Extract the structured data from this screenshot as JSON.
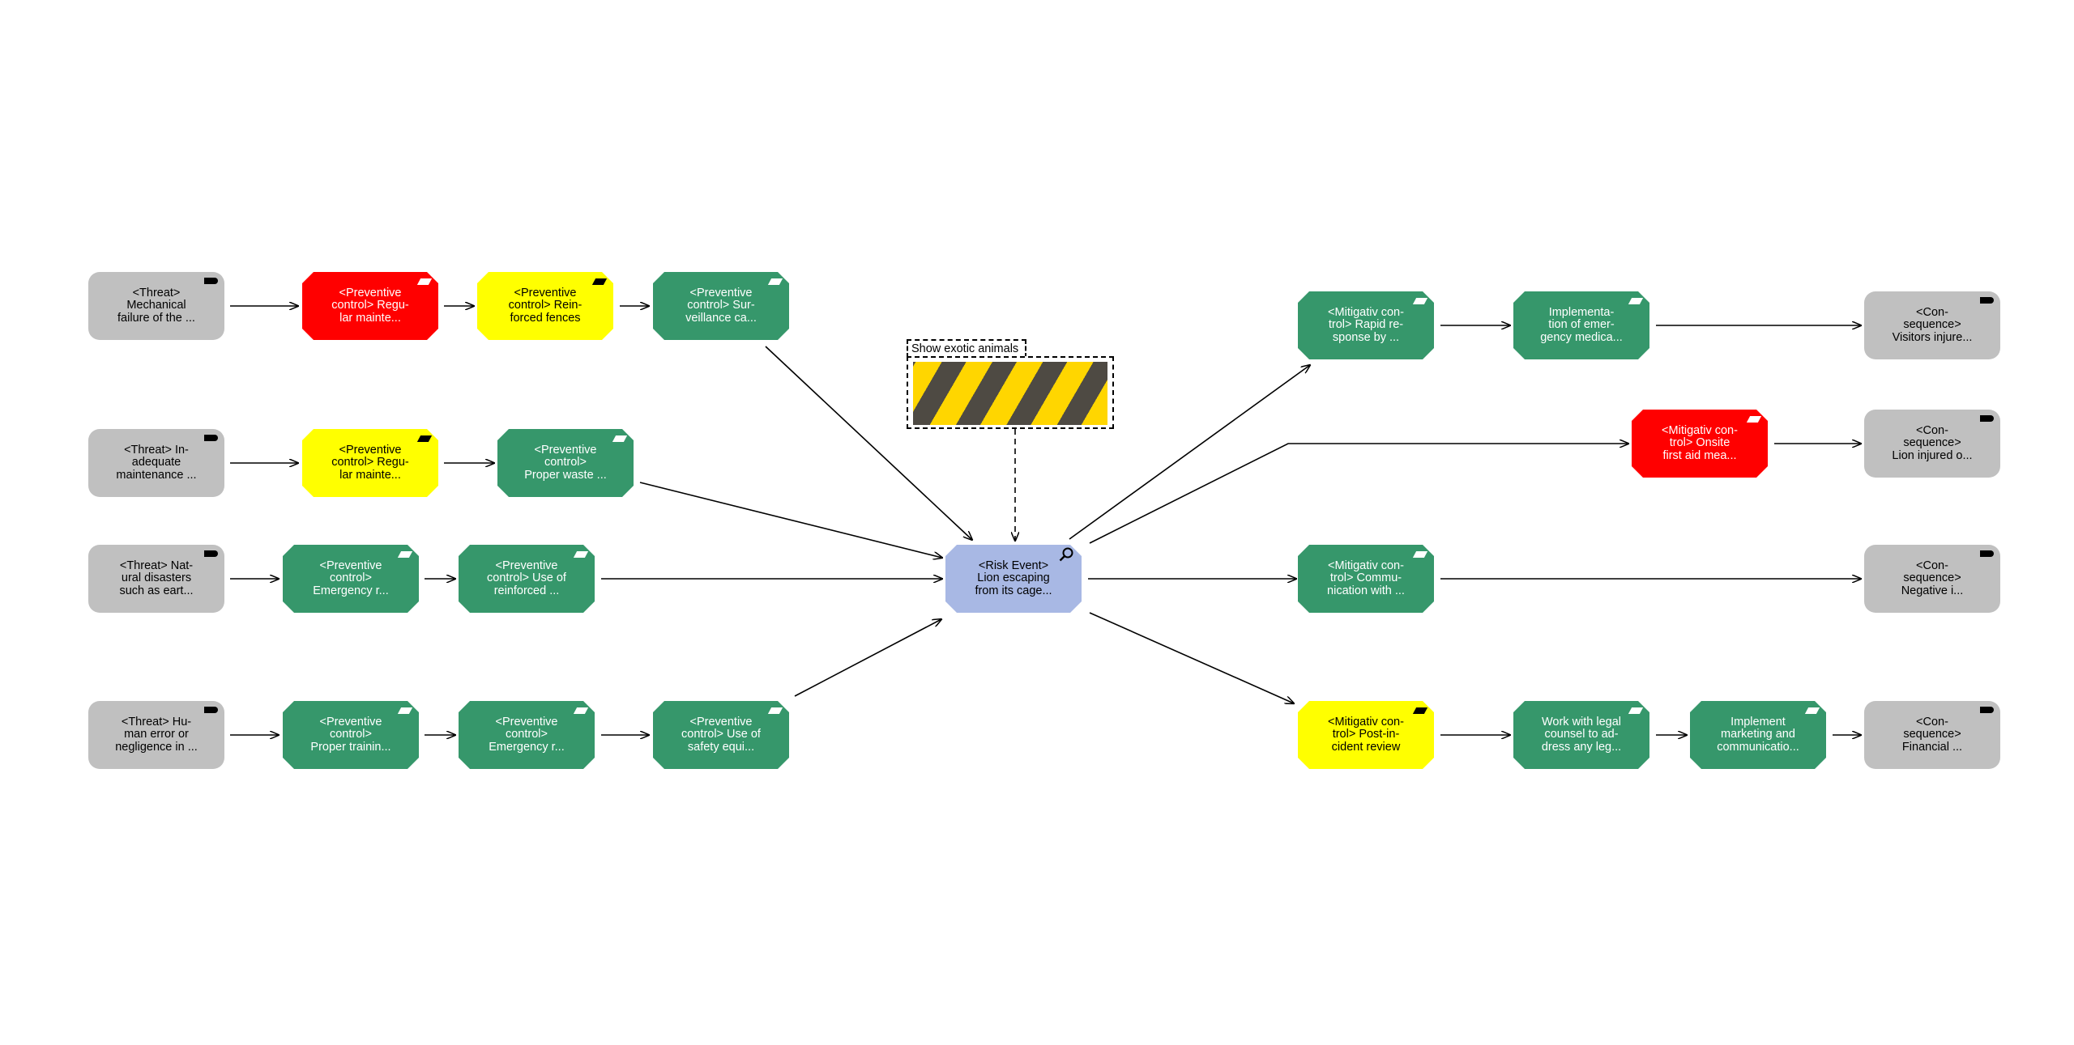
{
  "diagram": {
    "group": {
      "label": "Show exotic animals"
    },
    "colors": {
      "threat_consequence": "#c0c0c0",
      "effective_control": "#36976b",
      "failing_control": "#ff0000",
      "weak_control": "#ffff00",
      "risk_event": "#a8b8e4",
      "hazard_yellow": "#ffd600",
      "hazard_dark": "#4e4a43"
    },
    "nodes": {
      "threat1": "<Threat>\nMechanical\nfailure of the ...",
      "threat2": "<Threat> In-\nadequate\nmaintenance ...",
      "threat3": "<Threat> Nat-\nural disasters\nsuch as eart...",
      "threat4": "<Threat> Hu-\nman error or\nnegligence in ...",
      "pc1a": "<Preventive\ncontrol> Regu-\nlar mainte...",
      "pc1b": "<Preventive\ncontrol> Rein-\nforced fences",
      "pc1c": "<Preventive\ncontrol> Sur-\nveillance ca...",
      "pc2a": "<Preventive\ncontrol> Regu-\nlar mainte...",
      "pc2b": "<Preventive\ncontrol>\nProper waste ...",
      "pc3a": "<Preventive\ncontrol>\nEmergency r...",
      "pc3b": "<Preventive\ncontrol> Use of\nreinforced ...",
      "pc4a": "<Preventive\ncontrol>\nProper trainin...",
      "pc4b": "<Preventive\ncontrol>\nEmergency r...",
      "pc4c": "<Preventive\ncontrol> Use of\nsafety equi...",
      "risk": "<Risk Event>\nLion escaping\nfrom its cage...",
      "mc1a": "<Mitigativ con-\ntrol> Rapid re-\nsponse by ...",
      "mc1b": "Implementa-\ntion of emer-\ngency medica...",
      "mc2a": "<Mitigativ con-\ntrol> Onsite\nfirst aid mea...",
      "mc3a": "<Mitigativ con-\ntrol> Commu-\nnication with ...",
      "mc4a": "<Mitigativ con-\ntrol> Post-in-\ncident review",
      "mc4b": "Work with legal\ncounsel to ad-\ndress any leg...",
      "mc4c": "Implement\nmarketing and\ncommunicatio...",
      "cons1": "<Con-\nsequence>\nVisitors injure...",
      "cons2": "<Con-\nsequence>\nLion injured o...",
      "cons3": "<Con-\nsequence>\nNegative i...",
      "cons4": "<Con-\nsequence>\nFinancial ..."
    }
  }
}
